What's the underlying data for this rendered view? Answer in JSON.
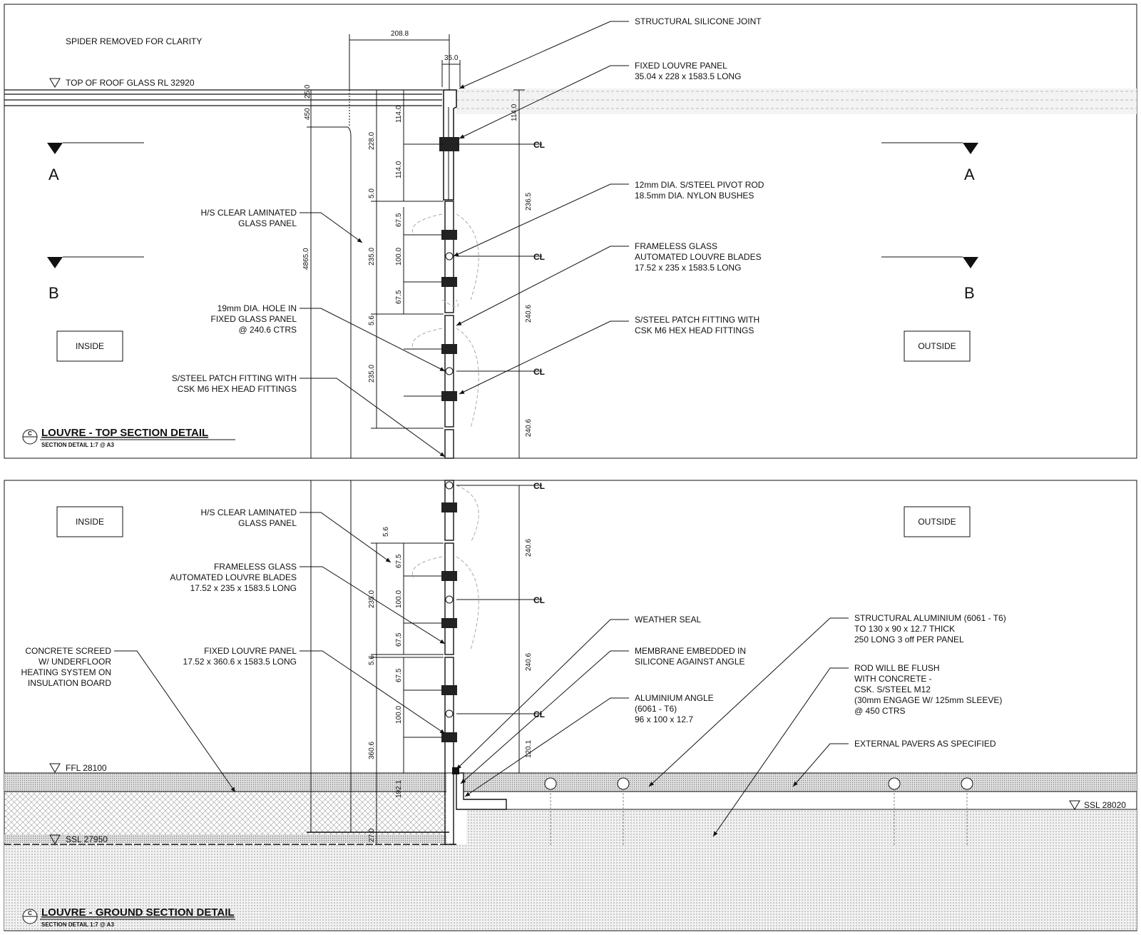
{
  "top": {
    "spider_note": "SPIDER REMOVED FOR CLARITY",
    "roof_level": "TOP OF ROOF GLASS RL 32920",
    "section_a": "A",
    "section_b": "B",
    "inside": "INSIDE",
    "outside": "OUTSIDE",
    "title": "LOUVRE - TOP SECTION DETAIL",
    "subtitle": "SECTION DETAIL 1:7 @ A3",
    "callout_letter": "C",
    "notes": {
      "silicone": "STRUCTURAL SILICONE JOINT",
      "fixed_panel_1": "FIXED LOUVRE PANEL",
      "fixed_panel_2": "35.04 x 228 x 1583.5 LONG",
      "pivot_1": "12mm DIA. S/STEEL PIVOT ROD",
      "pivot_2": "18.5mm DIA. NYLON BUSHES",
      "frameless_1": "FRAMELESS GLASS",
      "frameless_2": "AUTOMATED LOUVRE BLADES",
      "frameless_3": "17.52 x 235 x 1583.5 LONG",
      "patch_r1": "S/STEEL PATCH FITTING WITH",
      "patch_r2": "CSK M6 HEX HEAD FITTINGS",
      "laminated_1": "H/S CLEAR LAMINATED",
      "laminated_2": "GLASS PANEL",
      "hole_1": "19mm DIA. HOLE IN",
      "hole_2": "FIXED GLASS PANEL",
      "hole_3": "@ 240.6 CTRS",
      "patch_l1": "S/STEEL PATCH FITTING WITH",
      "patch_l2": "CSK M6 HEX HEAD FITTINGS"
    },
    "dims": {
      "d208": "208.8",
      "d35": "35.0",
      "d25": "25.0",
      "d450": "450",
      "d4865": "4865.0",
      "d228": "228.0",
      "d114a": "114.0",
      "d114b": "114.0",
      "d114c": "114.0",
      "d50": "5.0",
      "d2365": "236.5",
      "d675a": "67.5",
      "d100": "100.0",
      "d675b": "67.5",
      "d235a": "235.0",
      "d56": "5.6",
      "d2406a": "240.6",
      "d235b": "235.0",
      "d2406b": "240.6"
    },
    "cl": "CL"
  },
  "bottom": {
    "inside": "INSIDE",
    "outside": "OUTSIDE",
    "ffl": "FFL 28100",
    "ssl_left": "SSL 27950",
    "ssl_right": "SSL 28020",
    "title": "LOUVRE - GROUND SECTION DETAIL",
    "subtitle": "SECTION DETAIL 1:7 @ A3",
    "callout_letter": "C",
    "notes": {
      "laminated_1": "H/S CLEAR LAMINATED",
      "laminated_2": "GLASS PANEL",
      "frameless_1": "FRAMELESS GLASS",
      "frameless_2": "AUTOMATED LOUVRE BLADES",
      "frameless_3": "17.52 x 235 x 1583.5 LONG",
      "fixed_1": "FIXED LOUVRE PANEL",
      "fixed_2": "17.52 x 360.6 x 1583.5 LONG",
      "screed_1": "CONCRETE SCREED",
      "screed_2": "W/ UNDERFLOOR",
      "screed_3": "HEATING SYSTEM ON",
      "screed_4": "INSULATION BOARD",
      "weather": "WEATHER SEAL",
      "membrane_1": "MEMBRANE EMBEDDED IN",
      "membrane_2": "SILICONE AGAINST ANGLE",
      "angle_1": "ALUMINIUM ANGLE",
      "angle_2": "(6061 - T6)",
      "angle_3": "96 x 100 x 12.7",
      "struct_1": "STRUCTURAL ALUMINIUM (6061 - T6)",
      "struct_2": "TO 130 x 90 x 12.7 THICK",
      "struct_3": "250 LONG 3 off PER PANEL",
      "rod_1": "ROD WILL BE FLUSH",
      "rod_2": "WITH CONCRETE -",
      "rod_3": "CSK. S/STEEL M12",
      "rod_4": "(30mm ENGAGE W/ 125mm SLEEVE)",
      "rod_5": "@ 450 CTRS",
      "pavers": "EXTERNAL PAVERS AS SPECIFIED"
    },
    "dims": {
      "d56a": "5.6",
      "d675a": "67.5",
      "d235": "235.0",
      "d100a": "100.0",
      "d675b": "67.5",
      "d56b": "5.6",
      "d675c": "67.5",
      "d100b": "100.0",
      "d3606": "360.6",
      "d1921": "192.1",
      "d270": "27.0",
      "d2406a": "240.6",
      "d2406b": "240.6",
      "d1201": "120.1"
    },
    "cl": "CL"
  }
}
